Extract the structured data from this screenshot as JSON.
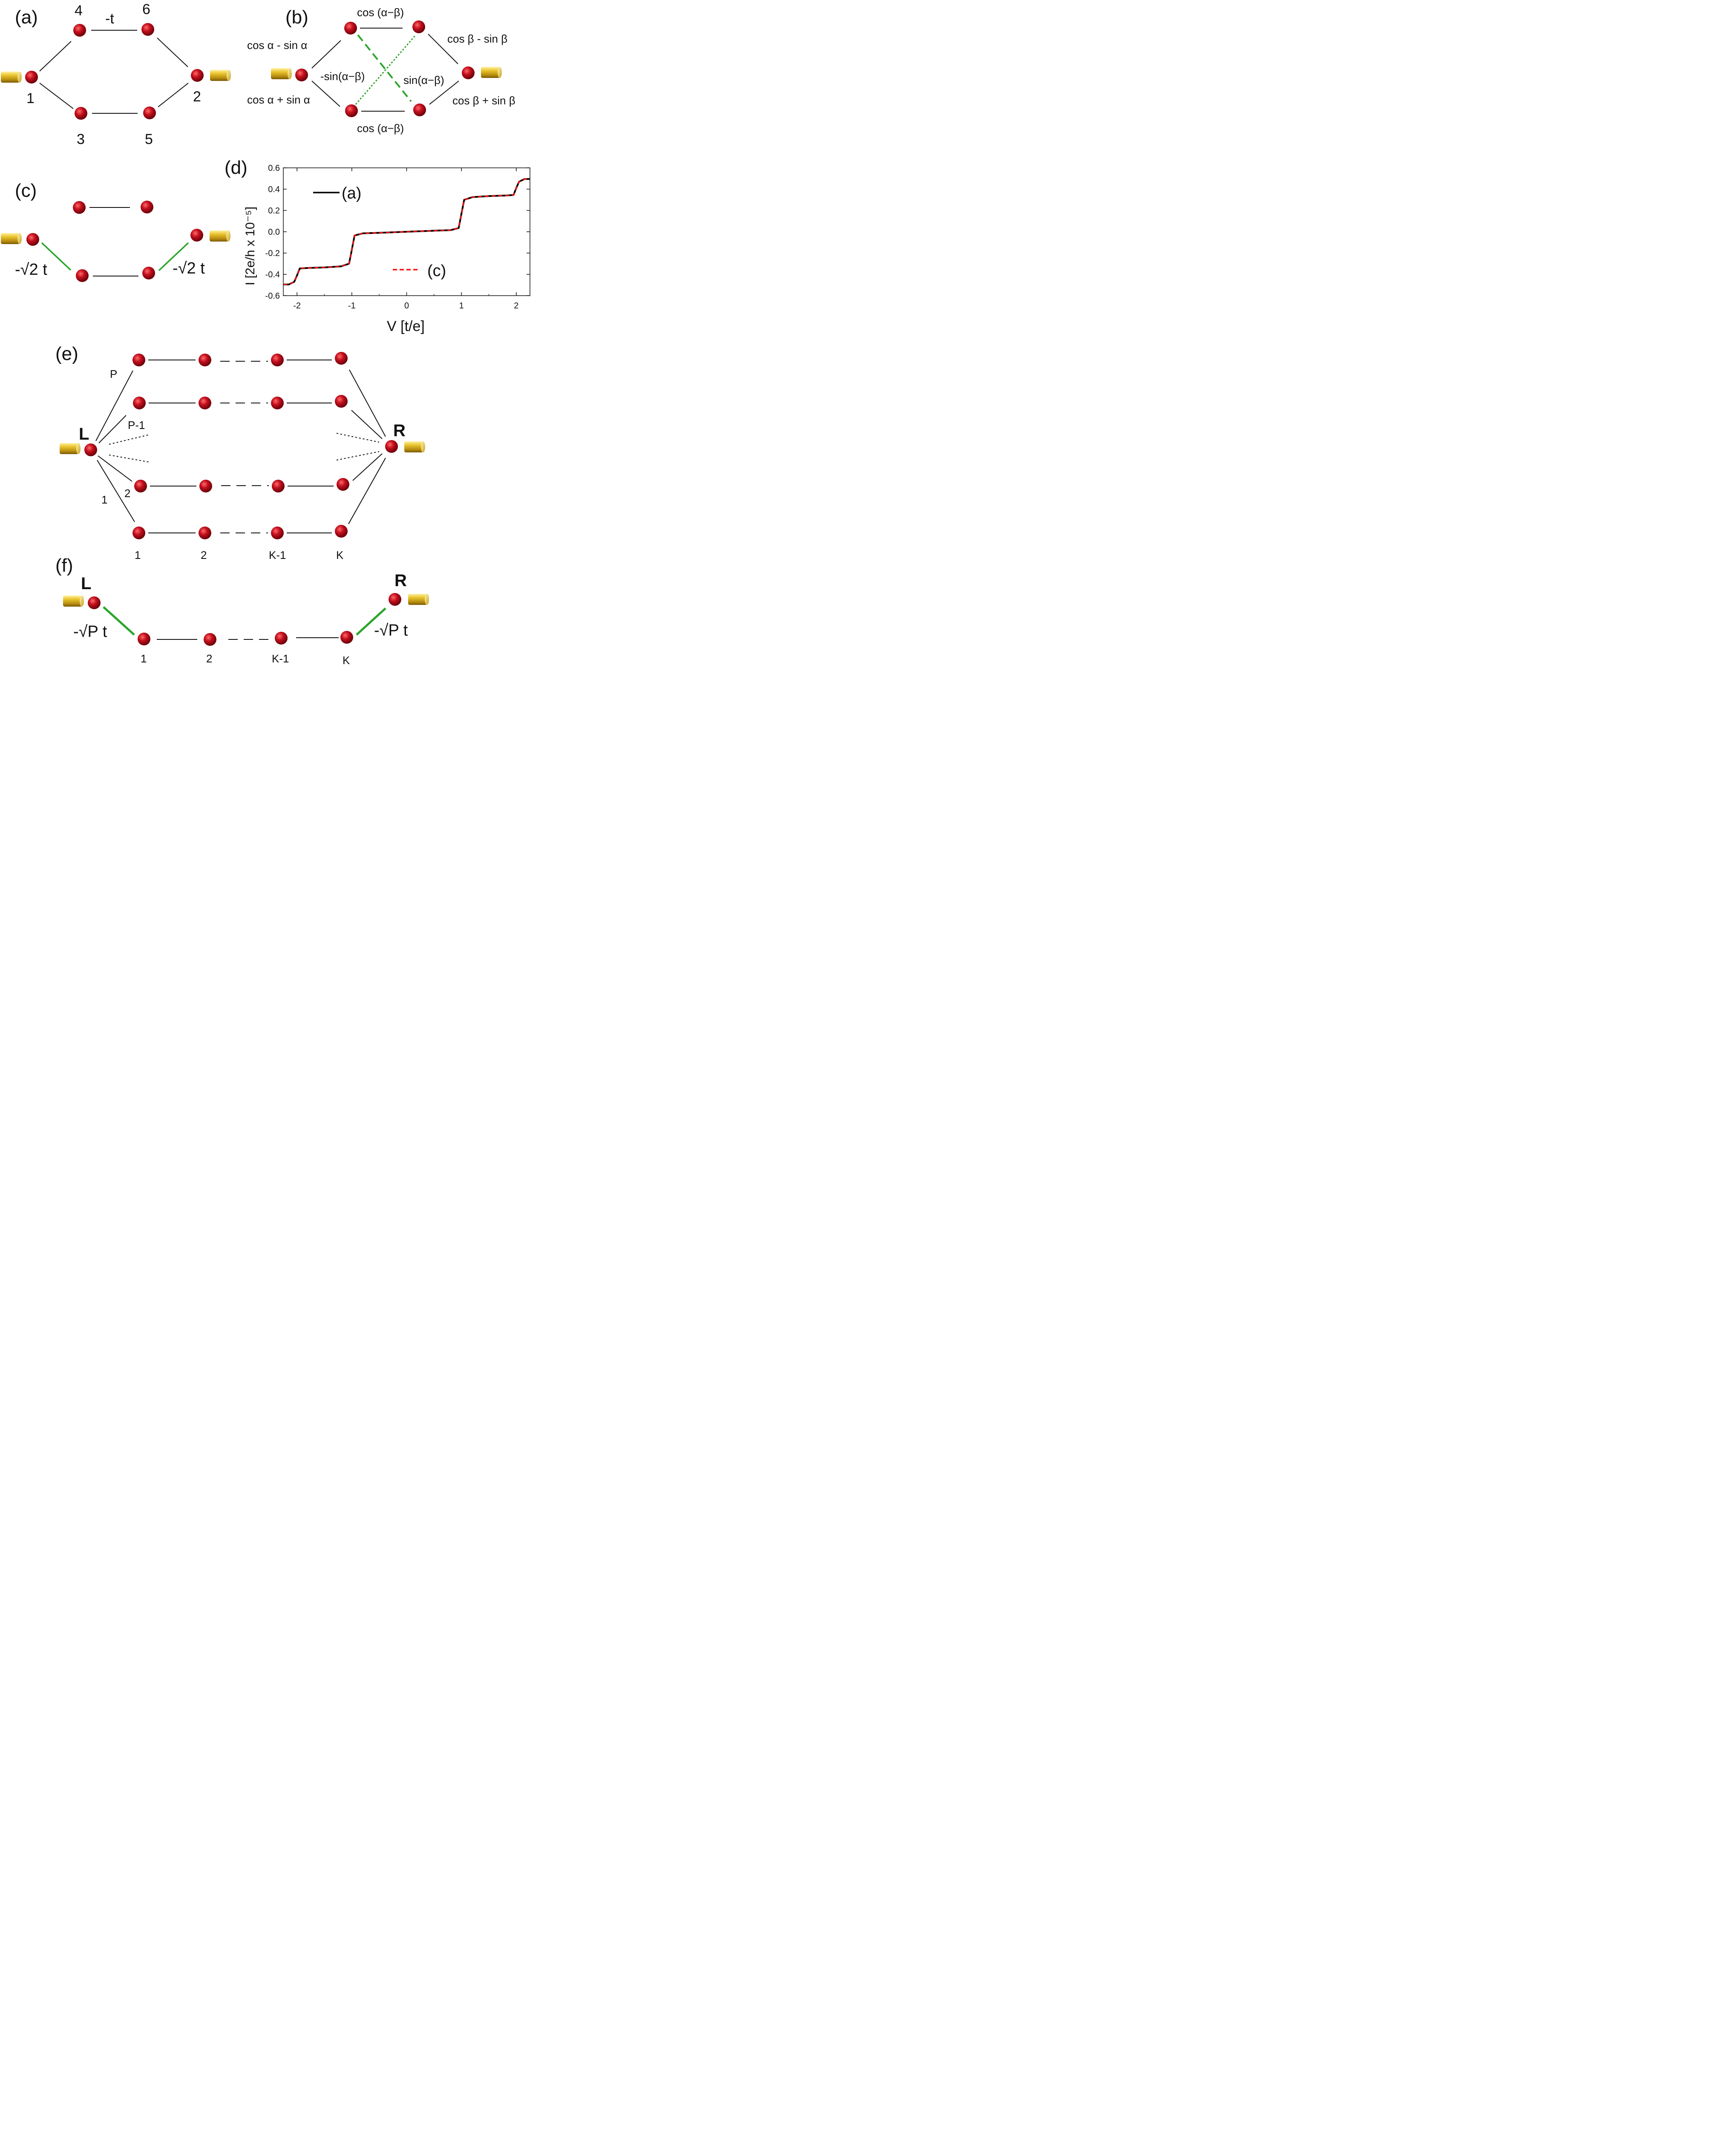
{
  "colors": {
    "node": "#c4101e",
    "bond": "#111111",
    "bond_green": "#2aa52a",
    "lead": "#d9b21a",
    "series_a": "#000000",
    "series_c": "#ff1010"
  },
  "panel_a": {
    "label": "(a)",
    "sites": [
      "1",
      "2",
      "3",
      "4",
      "5",
      "6"
    ],
    "hopping": "-t"
  },
  "panel_b": {
    "label": "(b)",
    "top": "cos (α−β)",
    "bottom": "cos (α−β)",
    "upper_left": "cos α - sin α",
    "lower_left": "cos α + sin α",
    "upper_right": "cos β - sin β",
    "lower_right": "cos β + sin β",
    "cross_left": "-sin(α−β)",
    "cross_right": "sin(α−β)"
  },
  "panel_c": {
    "label": "(c)",
    "left_coupling": "-√2 t",
    "right_coupling": "-√2 t"
  },
  "panel_e": {
    "label": "(e)",
    "left": "L",
    "right": "R",
    "chain_labels": [
      "P",
      "P-1",
      "2",
      "1"
    ],
    "site_labels": [
      "1",
      "2",
      "K-1",
      "K"
    ]
  },
  "panel_f": {
    "label": "(f)",
    "left": "L",
    "right": "R",
    "left_coupling": "-√P t",
    "right_coupling": "-√P t",
    "site_labels": [
      "1",
      "2",
      "K-1",
      "K"
    ]
  },
  "chart_data": {
    "type": "line",
    "panel_label": "(d)",
    "xlabel": "V [t/e]",
    "ylabel": "I [2e/h x 10⁻⁵]",
    "xlim": [
      -2.25,
      2.25
    ],
    "ylim": [
      -0.6,
      0.6
    ],
    "xticks": [
      "-2",
      "-1",
      "0",
      "1",
      "2"
    ],
    "yticks": [
      "0.6",
      "0.4",
      "0.2",
      "0.0",
      "-0.2",
      "-0.4",
      "-0.6"
    ],
    "series": [
      {
        "name": "(a)",
        "style": "solid",
        "x": [
          -2.25,
          -2.15,
          -2.05,
          -2.0,
          -1.95,
          -1.8,
          -1.5,
          -1.2,
          -1.05,
          -1.0,
          -0.95,
          -0.8,
          -0.5,
          0,
          0.5,
          0.8,
          0.95,
          1.0,
          1.05,
          1.2,
          1.5,
          1.8,
          1.95,
          2.0,
          2.05,
          2.15,
          2.25
        ],
        "y": [
          -0.495,
          -0.495,
          -0.47,
          -0.41,
          -0.345,
          -0.34,
          -0.335,
          -0.325,
          -0.3,
          -0.17,
          -0.035,
          -0.015,
          -0.01,
          0.0,
          0.01,
          0.015,
          0.035,
          0.17,
          0.3,
          0.325,
          0.335,
          0.34,
          0.345,
          0.41,
          0.47,
          0.495,
          0.495
        ]
      },
      {
        "name": "(c)",
        "style": "dashed",
        "x": [
          -2.25,
          -2.15,
          -2.05,
          -2.0,
          -1.95,
          -1.8,
          -1.5,
          -1.2,
          -1.05,
          -1.0,
          -0.95,
          -0.8,
          -0.5,
          0,
          0.5,
          0.8,
          0.95,
          1.0,
          1.05,
          1.2,
          1.5,
          1.8,
          1.95,
          2.0,
          2.05,
          2.15,
          2.25
        ],
        "y": [
          -0.495,
          -0.495,
          -0.47,
          -0.41,
          -0.345,
          -0.34,
          -0.335,
          -0.325,
          -0.3,
          -0.17,
          -0.035,
          -0.015,
          -0.01,
          0.0,
          0.01,
          0.015,
          0.035,
          0.17,
          0.3,
          0.325,
          0.335,
          0.34,
          0.345,
          0.41,
          0.47,
          0.495,
          0.495
        ]
      }
    ],
    "legend_placement": "inside"
  }
}
